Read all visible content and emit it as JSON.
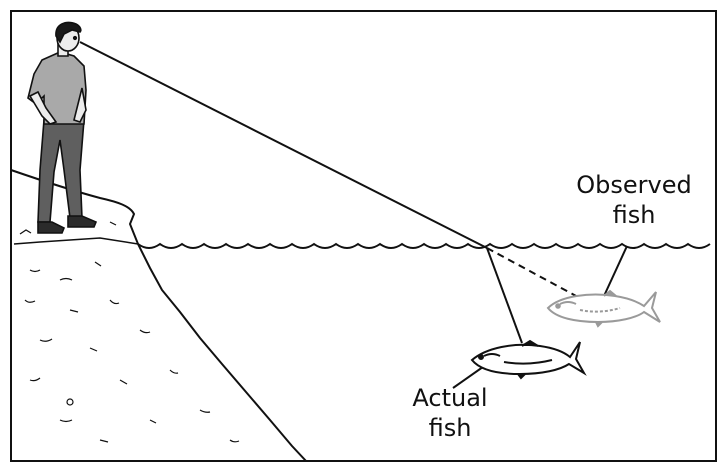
{
  "labels": {
    "observed_line1": "Observed",
    "observed_line2": "fish",
    "actual_line1": "Actual",
    "actual_line2": "fish"
  },
  "colors": {
    "ink": "#111111",
    "observed_fish": "#9a9a9a",
    "shirt": "#a9a9a9",
    "pants": "#5f5f5f",
    "hair": "#1a1a1a",
    "skin": "#ececec",
    "background": "#ffffff"
  },
  "icons": {
    "person": "person-icon",
    "actual_fish": "fish-icon",
    "observed_fish": "fish-outline-icon",
    "water": "wave-icon",
    "cliff": "cliff-icon"
  }
}
